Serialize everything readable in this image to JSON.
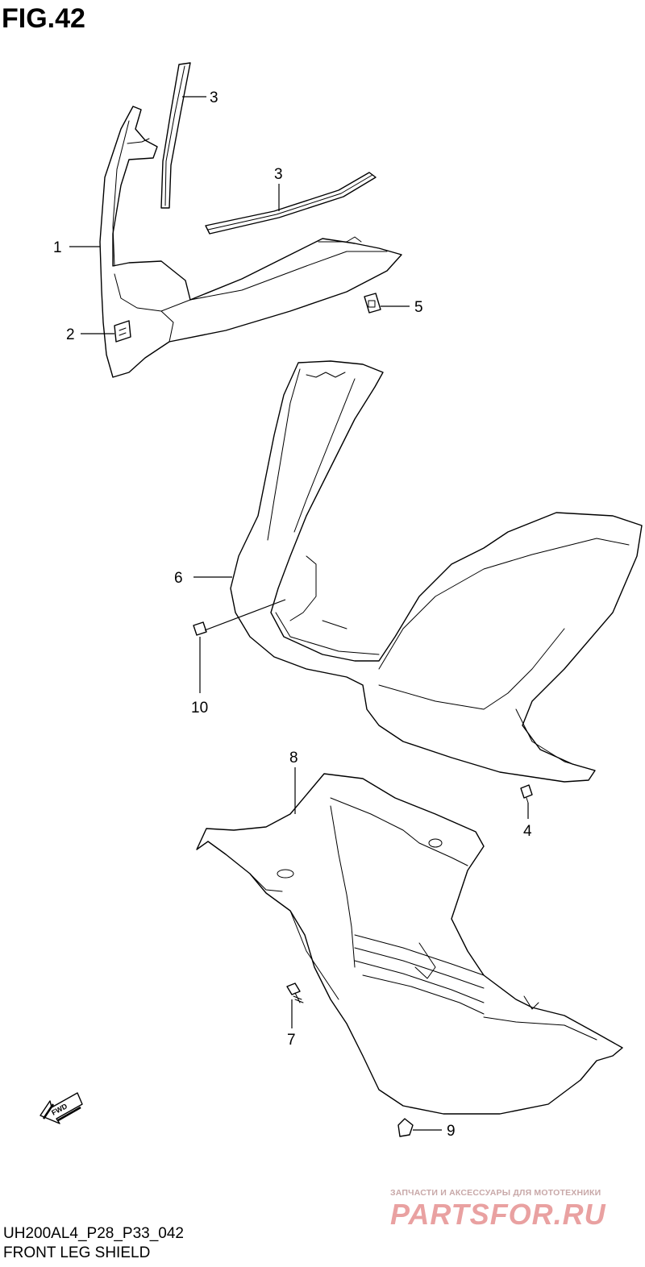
{
  "figure": {
    "title": "FIG.42",
    "code": "UH200AL4_P28_P33_042",
    "name": "FRONT LEG SHIELD"
  },
  "callouts": [
    {
      "id": "c1a",
      "label": "1"
    },
    {
      "id": "c2",
      "label": "2"
    },
    {
      "id": "c3a",
      "label": "3"
    },
    {
      "id": "c3b",
      "label": "3"
    },
    {
      "id": "c5",
      "label": "5"
    },
    {
      "id": "c6",
      "label": "6"
    },
    {
      "id": "c10",
      "label": "10"
    },
    {
      "id": "c8",
      "label": "8"
    },
    {
      "id": "c4",
      "label": "4"
    },
    {
      "id": "c7",
      "label": "7"
    },
    {
      "id": "c9",
      "label": "9"
    }
  ],
  "direction_marker": {
    "label": "FWD"
  },
  "watermark": {
    "tagline": "ЗАПЧАСТИ И АКСЕССУАРЫ ДЛЯ МОТОТЕХНИКИ",
    "logo": "PARTSFOR.RU"
  },
  "colors": {
    "line": "#000000",
    "background": "#ffffff",
    "watermark": "#e9a1a1"
  }
}
